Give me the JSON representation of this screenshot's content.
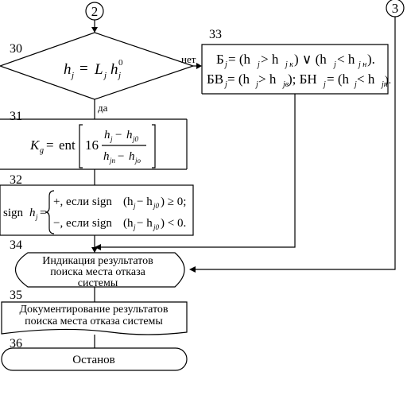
{
  "connectors": {
    "top": "2",
    "right": "3"
  },
  "blocks": {
    "b30": {
      "number": "30",
      "formula": {
        "lhs_var": "h",
        "lhs_sub": "j",
        "eq": "=",
        "rhs_var": "L",
        "rhs_sub": "j",
        "rhs_var2": "h",
        "rhs_sub2": "j",
        "rhs_sup2": "0"
      },
      "no_label": "нет",
      "yes_label": "да"
    },
    "b31": {
      "number": "31",
      "lhs_var": "K",
      "lhs_sub": "g",
      "eq": "=",
      "func": "ent",
      "coef": "16",
      "num_a_var": "h",
      "num_a_sub": "j",
      "num_op": "−",
      "num_b_var": "h",
      "num_b_sub": "j0",
      "den_a_var": "h",
      "den_a_sub": "jn",
      "den_op": "−",
      "den_b_var": "h",
      "den_b_sub": "jo"
    },
    "b32": {
      "number": "32",
      "lhs": "sign",
      "lhs_var": "h",
      "lhs_sub": "j",
      "eq": "=",
      "case1": "+, если sign",
      "case1_arg": "(h",
      "case1_sub": "j",
      "case1_mid": " − h",
      "case1_sub2": "j0",
      "case1_end": ") ≥ 0;",
      "case2": "−, если sign",
      "case2_arg": "(h",
      "case2_sub": "j",
      "case2_mid": " − h",
      "case2_sub2": "j0",
      "case2_end": ") < 0."
    },
    "b33": {
      "number": "33",
      "line1": {
        "a": "Б",
        "a_sub": "j",
        "b": " = (h",
        "b_sub": "j",
        "c": " > h",
        "c_sub": "j к",
        "d": ") ∨ (h",
        "d_sub": "j",
        "e": " < h",
        "e_sub": "j н",
        "f": ")."
      },
      "line2": {
        "a": "БВ",
        "a_sub": "j",
        "b": " = (h",
        "b_sub": "j",
        "c": " > h",
        "c_sub": "jв",
        "d": "); БН",
        "d_sub": "j",
        "e": " = (h",
        "e_sub": "j",
        "f": " < h",
        "f_sub": "jn",
        "g": ")."
      }
    },
    "b34": {
      "number": "34",
      "line1": "Индикация результатов",
      "line2": "поиска места отказа",
      "line3": "системы"
    },
    "b35": {
      "number": "35",
      "line1": "Документирование результатов",
      "line2": "поиска места отказа системы"
    },
    "b36": {
      "number": "36",
      "label": "Останов"
    }
  }
}
